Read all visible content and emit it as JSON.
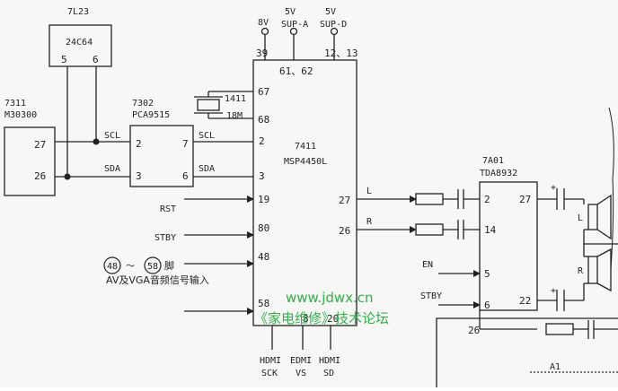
{
  "chips": {
    "u7l23": {
      "ref": "7L23",
      "part": "24C64",
      "pin_a": "5",
      "pin_b": "6"
    },
    "u7311": {
      "ref": "7311",
      "part": "M30300",
      "pin_a": "27",
      "pin_b": "26"
    },
    "u7302": {
      "ref": "7302",
      "part": "PCA9515",
      "pin_in_scl": "2",
      "pin_in_sda": "3",
      "pin_out_scl": "7",
      "pin_out_sda": "6"
    },
    "u7411": {
      "ref": "7411",
      "part": "MSP4450L",
      "pins": {
        "p39": "39",
        "p6162": "61、62",
        "p1213": "12、13",
        "p67": "67",
        "p68": "68",
        "p2": "2",
        "p3": "3",
        "p19": "19",
        "p80": "80",
        "p48": "48",
        "p58": "58",
        "p27": "27",
        "p26": "26",
        "p8": "8",
        "p20": "20"
      }
    },
    "u7a01": {
      "ref": "7A01",
      "part": "TDA8932",
      "pins": {
        "p2": "2",
        "p14": "14",
        "p5": "5",
        "p6": "6",
        "p27": "27",
        "p22": "22",
        "p26": "26"
      }
    }
  },
  "crystal": {
    "ref": "1411",
    "value": "18M"
  },
  "nets": {
    "scl": "SCL",
    "sda": "SDA",
    "rst": "RST",
    "stby": "STBY",
    "en": "EN",
    "stby2": "STBY",
    "l": "L",
    "r": "R",
    "spk_l": "L",
    "spk_r": "R",
    "a1": "A1"
  },
  "supplies": {
    "v8": "8V",
    "v5a": "5V",
    "v5a_name": "SUP-A",
    "v5d": "5V",
    "v5d_name": "SUP-D"
  },
  "bottom": {
    "hdmi_sck_1": "HDMI",
    "hdmi_sck_2": "SCK",
    "edmi_vs_1": "EDMI",
    "edmi_vs_2": "VS",
    "hdmi_sd_1": "HDMI",
    "hdmi_sd_2": "SD"
  },
  "note": {
    "circle_a": "48",
    "tilde": "～",
    "circle_b": "58",
    "suffix": "脚",
    "line2": "AV及VGA音频信号输入"
  },
  "watermark": {
    "url": "www.jdwx.cn",
    "caption": "《家电维修》技术论坛"
  },
  "colors": {
    "ink": "#222222",
    "paper": "#f7f7f5",
    "watermark": "#2fb14a"
  }
}
